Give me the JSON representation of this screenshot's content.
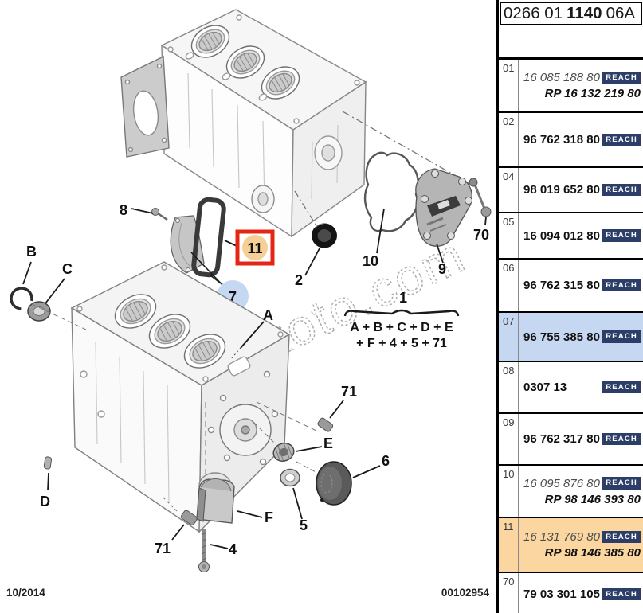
{
  "header": {
    "catalog_ref_left": "0266 01",
    "catalog_ref_bold": "1140",
    "catalog_ref_right": "06A"
  },
  "sidebar": {
    "reach_label": "REACH",
    "rows": [
      {
        "num": "01",
        "part": "16 085 188 80",
        "rp": "RP 16 132 219 80"
      },
      {
        "num": "02",
        "part": "96 762 318 80",
        "rp": ""
      },
      {
        "num": "04",
        "part": "98 019 652 80",
        "rp": ""
      },
      {
        "num": "05",
        "part": "16 094 012 80",
        "rp": ""
      },
      {
        "num": "06",
        "part": "96 762 315 80",
        "rp": ""
      },
      {
        "num": "07",
        "part": "96 755 385 80",
        "rp": ""
      },
      {
        "num": "08",
        "part": "0307 13",
        "rp": ""
      },
      {
        "num": "09",
        "part": "96 762 317 80",
        "rp": ""
      },
      {
        "num": "10",
        "part": "16 095 876 80",
        "rp": "RP 98 146 393 80"
      },
      {
        "num": "11",
        "part": "16 131 769 80",
        "rp": "RP 98 146 385 80"
      },
      {
        "num": "70",
        "part": "79 03 301 105",
        "rp": ""
      }
    ]
  },
  "drawing": {
    "callouts": {
      "n8": "8",
      "n11": "11",
      "n7": "7",
      "n2": "2",
      "n10": "10",
      "n9": "9",
      "n70": "70",
      "n1": "1",
      "A": "A",
      "B": "B",
      "C": "C",
      "D": "D",
      "E": "E",
      "F": "F",
      "n4": "4",
      "n5": "5",
      "n6": "6",
      "n71a": "71",
      "n71b": "71"
    },
    "formula_line1": "A + B + C + D + E",
    "formula_line2": "+ F + 4 + 5 + 71"
  },
  "footer": {
    "date": "10/2014",
    "doc_number": "00102954"
  },
  "watermark": {
    "text": "duyukoto.com"
  },
  "colors": {
    "selected_row_blue": "#c6d7f1",
    "selected_row_orange": "#fbd6a0",
    "reach_badge_navy": "#2c3e68",
    "highlight_box_red": "#e42613",
    "highlight_circle_tan": "#f4d096",
    "highlight_circle_blue": "#c6d7f2"
  }
}
